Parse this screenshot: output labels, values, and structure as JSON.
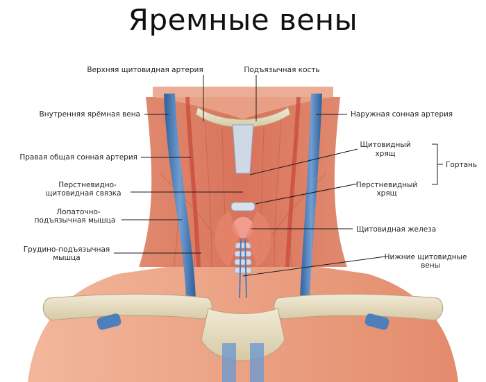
{
  "title": "Яремные вены",
  "labels": {
    "superior_thyroid_artery": "Верхняя щитовидная артерия",
    "hyoid_bone": "Подъязычная кость",
    "internal_jugular_vein": "Внутренняя ярёмная вена",
    "external_carotid_artery": "Наружная сонная артерия",
    "right_common_carotid": "Правая общая сонная артерия",
    "thyroid_cartilage_1": "Щитовидный",
    "thyroid_cartilage_2": "хрящ",
    "larynx": "Гортань",
    "cricothyroid_lig_1": "Перстневидно-",
    "cricothyroid_lig_2": "щитовидная связка",
    "cricoid_cartilage_1": "Перстневидный",
    "cricoid_cartilage_2": "хрящ",
    "omohyoid_1": "Лопаточно-",
    "omohyoid_2": "подъязычная мышца",
    "thyroid_gland": "Щитовидная железа",
    "sternohyoid_1": "Грудино-подъязычная",
    "sternohyoid_2": "мышца",
    "inferior_thyroid_veins_1": "Нижние щитовидные",
    "inferior_thyroid_veins_2": "вены"
  }
}
